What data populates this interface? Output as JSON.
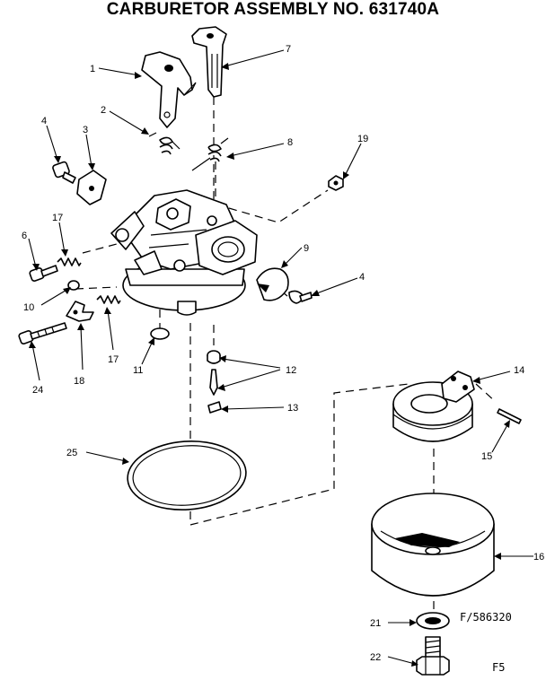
{
  "title": "CARBURETOR ASSEMBLY NO. 631740A",
  "part_callouts": {
    "p1": "1",
    "p2": "2",
    "p3": "3",
    "p4a": "4",
    "p4b": "4",
    "p6": "6",
    "p7": "7",
    "p8": "8",
    "p9": "9",
    "p10": "10",
    "p11": "11",
    "p12": "12",
    "p13": "13",
    "p14": "14",
    "p15": "15",
    "p16": "16",
    "p17a": "17",
    "p17b": "17",
    "p18": "18",
    "p19": "19",
    "p21": "21",
    "p22": "22",
    "p24": "24",
    "p25": "25"
  },
  "figure_code": "F/586320",
  "page_code": "F5"
}
